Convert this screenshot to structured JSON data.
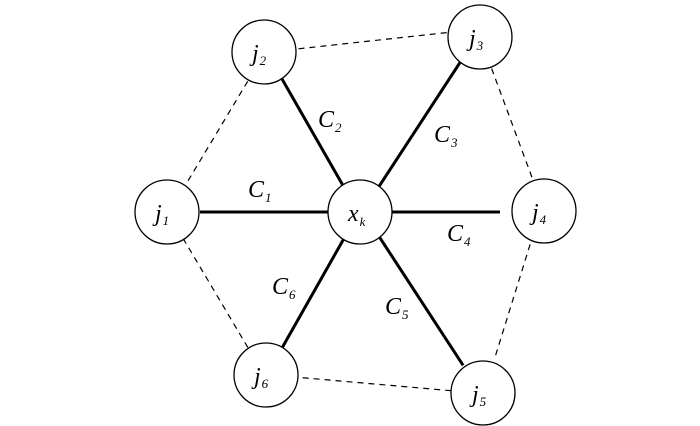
{
  "diagram": {
    "center": {
      "label": "x",
      "subscript": "k"
    },
    "nodes": [
      {
        "id": "j1",
        "label": "j",
        "subscript": "1"
      },
      {
        "id": "j2",
        "label": "j",
        "subscript": "2"
      },
      {
        "id": "j3",
        "label": "j",
        "subscript": "3"
      },
      {
        "id": "j4",
        "label": "j",
        "subscript": "4"
      },
      {
        "id": "j5",
        "label": "j",
        "subscript": "5"
      },
      {
        "id": "j6",
        "label": "j",
        "subscript": "6"
      }
    ],
    "spokes": [
      {
        "to": "j1",
        "label": "C",
        "subscript": "1"
      },
      {
        "to": "j2",
        "label": "C",
        "subscript": "2"
      },
      {
        "to": "j3",
        "label": "C",
        "subscript": "3"
      },
      {
        "to": "j4",
        "label": "C",
        "subscript": "4"
      },
      {
        "to": "j5",
        "label": "C",
        "subscript": "5"
      },
      {
        "to": "j6",
        "label": "C",
        "subscript": "6"
      }
    ],
    "dashed_ring": [
      [
        "j1",
        "j2"
      ],
      [
        "j2",
        "j3"
      ],
      [
        "j3",
        "j4"
      ],
      [
        "j4",
        "j5"
      ],
      [
        "j5",
        "j6"
      ],
      [
        "j6",
        "j1"
      ]
    ]
  }
}
